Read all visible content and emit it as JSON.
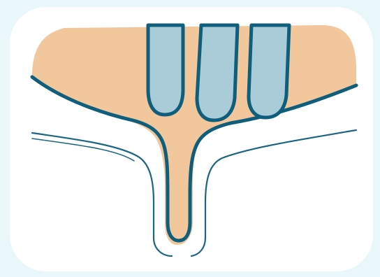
{
  "palette": {
    "background": "#e9f7fb",
    "card": "#ffffff",
    "tissue": "#f2c79b",
    "cell_fill": "#a9ccd8",
    "outline": "#0f5f7c",
    "gland_wall": "#1c6681"
  },
  "structures": [
    {
      "name": "columnar-cell",
      "count": 3
    },
    {
      "name": "duct-opening",
      "count": 1
    },
    {
      "name": "surface-layer",
      "count": 1
    }
  ]
}
